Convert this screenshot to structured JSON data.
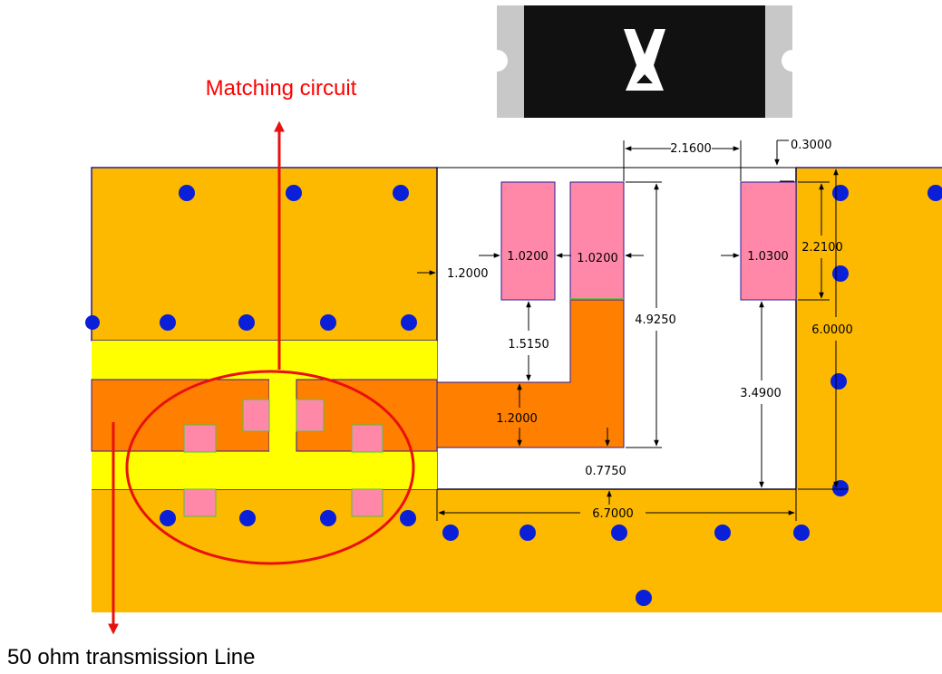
{
  "annotations": {
    "matching_circuit": {
      "text": "Matching circuit",
      "color": "#ff0000"
    },
    "transmission_line": {
      "text": "50 ohm transmission Line",
      "color": "#000000"
    }
  },
  "dimensions": {
    "d_2_16": "2.1600",
    "d_0_30": "0.3000",
    "d_1_02_a": "1.0200",
    "d_1_02_b": "1.0200",
    "d_1_03": "1.0300",
    "d_2_21": "2.2100",
    "d_1_20_a": "1.2000",
    "d_4_925": "4.9250",
    "d_6_00": "6.0000",
    "d_1_515": "1.5150",
    "d_3_49": "3.4900",
    "d_1_20_b": "1.2000",
    "d_0_775": "0.7750",
    "d_6_70": "6.7000"
  },
  "colors": {
    "ground_plane": "#fdb900",
    "feed_line": "#ff8000",
    "matching_strip": "#ffff00",
    "pad": "#ff88a8",
    "via": "#0a1fd8",
    "outline": "#2a1a9a",
    "callout_line": "#e81010",
    "component_body": "#111111",
    "component_end": "#c8c8c8"
  }
}
